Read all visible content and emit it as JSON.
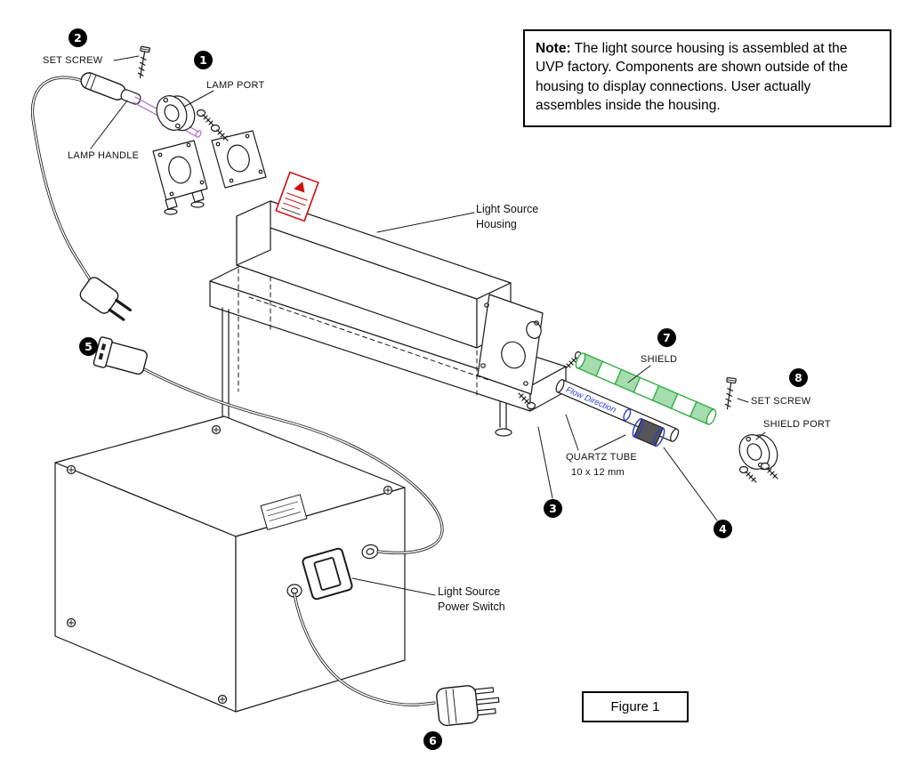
{
  "note": {
    "label": "Note:",
    "text": " The light source housing is assembled at the UVP factory. Components are shown outside of the housing to display connections. User actually assembles inside the housing."
  },
  "figure": {
    "caption": "Figure 1"
  },
  "callouts": [
    {
      "number": "1"
    },
    {
      "number": "2"
    },
    {
      "number": "3"
    },
    {
      "number": "4"
    },
    {
      "number": "5"
    },
    {
      "number": "6"
    },
    {
      "number": "7"
    },
    {
      "number": "8"
    }
  ],
  "labels": {
    "set_screw_top": "SET SCREW",
    "lamp_port": "LAMP PORT",
    "lamp_handle": "LAMP HANDLE",
    "light_source_housing": [
      "Light Source",
      "Housing"
    ],
    "shield": "SHIELD",
    "set_screw_right": "SET SCREW",
    "shield_port": "SHIELD PORT",
    "quartz_tube": "QUARTZ TUBE",
    "quartz_tube_size": "10 x 12 mm",
    "flow_direction": "Flow Direction",
    "power_switch": [
      "Light Source",
      "Power Switch"
    ]
  },
  "colors": {
    "line": "#1a1a1a",
    "warning_red": "#cc1111",
    "lamp_purple": "#b06ac4",
    "shield_green": "#2fae44",
    "shield_fill": "#a6dcae",
    "flow_blue": "#2b3fd0"
  }
}
